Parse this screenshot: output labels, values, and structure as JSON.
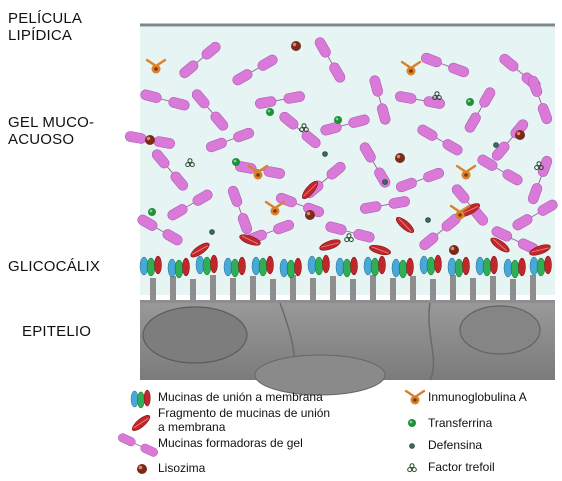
{
  "layers": {
    "lipid_film": [
      "PELÍCULA",
      "LIPÍDICA"
    ],
    "mucoaqueous_gel": [
      "GEL MUCO-",
      "ACUOSO"
    ],
    "glycocalyx": "GLICOCÁLIX",
    "epithelium": "EPITELIO"
  },
  "legend": {
    "membrane_mucins": "Mucinas de unión a membrana",
    "membrane_mucin_fragment": [
      "Fragmento de mucinas de unión",
      "a membrana"
    ],
    "gel_mucins": "Mucinas formadoras de gel",
    "lysozyme": "Lisozima",
    "immunoglobulin_a": "Inmunoglobulina A",
    "transferrin": "Transferrina",
    "defensin": "Defensina",
    "trefoil_factor": "Factor trefoil"
  },
  "colors": {
    "lipid_line": "#7a8a8a",
    "gel_background": "#e6f4f4",
    "gel_mucin": "#d97ad9",
    "fragment": "#c0262a",
    "membrane_mucin_blue": "#49a9d6",
    "membrane_mucin_green": "#2fae55",
    "lysozyme": "#7a2a1a",
    "immunoglobulin": "#d9822b",
    "transferrin": "#1f8f3a",
    "defensin": "#3a6b5a",
    "epithelium": "#8c8c8c"
  }
}
